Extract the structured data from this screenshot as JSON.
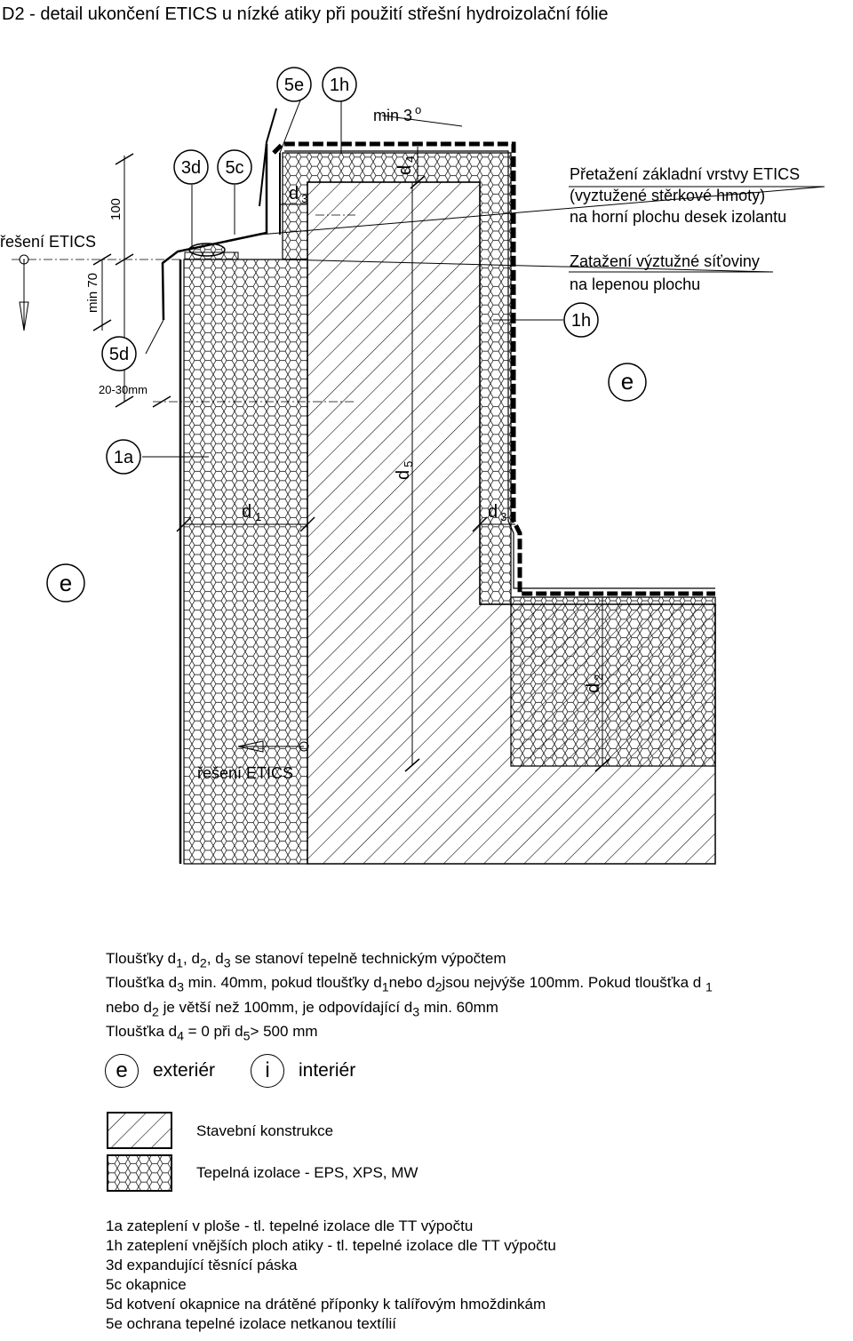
{
  "title": "D2 - detail ukončení ETICS u nízké atiky při použití střešní hydroizolační fólie",
  "labels": {
    "tag_5e": "5e",
    "tag_1h_top": "1h",
    "slope": "min 3",
    "tag_3d": "3d",
    "tag_5c": "5c",
    "tag_5d": "5d",
    "tag_1h": "1h",
    "tag_e_right": "e",
    "tag_1a": "1a",
    "tag_e_left": "e",
    "dim_100": "100",
    "dim_min70": "min 70",
    "dim_2030": "20-30mm",
    "section_top": "řešení ETICS",
    "section_bottom": "řešení ETICS",
    "d": "d",
    "sub1": "1",
    "sub2": "2",
    "sub3": "3",
    "sub4": "4",
    "sub5": "5",
    "callout1_line1": "Přetažení základní vrstvy ETICS",
    "callout1_line2": "(vyztužené stěrkové hmoty)",
    "callout1_line3": "na horní plochu desek izolantu",
    "callout2_line1": "Zatažení výztužné síťoviny",
    "callout2_line2": "na lepenou plochu"
  },
  "notes": {
    "l1a": "Tloušťky d",
    "l1b": "1",
    "l1c": ", d",
    "l1d": "2",
    "l1e": ", d",
    "l1f": "3",
    "l1g": " se stanoví tepelně technickým výpočtem",
    "l2a": "Tloušťka d",
    "l2b": "3",
    "l2c": " min. 40mm, pokud tloušťky d",
    "l2d": "1",
    "l2e": "nebo d",
    "l2f": "2",
    "l2g": "jsou nejvýše 100mm. Pokud tloušťka d",
    "l2h": "1",
    "l3a": "nebo d",
    "l3b": "2",
    "l3c": "  je větší než 100mm, je odpovídající d",
    "l3d": "3",
    "l3e": " min. 60mm",
    "l4a": "Tloušťka d",
    "l4b": "4",
    "l4c": " = 0 při d",
    "l4d": "5",
    "l4e": "> 500 mm"
  },
  "key": {
    "e_symbol": "e",
    "e_text": "exteriér",
    "i_symbol": "i",
    "i_text": "interiér"
  },
  "legend": [
    {
      "label": "Stavební konstrukce",
      "pattern": "hatch"
    },
    {
      "label": "Tepelná izolace - EPS, XPS, MW",
      "pattern": "hex"
    }
  ],
  "items": [
    "1a zateplení v ploše - tl. tepelné izolace dle TT výpočtu",
    "1h zateplení vnějších ploch atiky - tl. tepelné izolace dle TT výpočtu",
    "3d expandující těsnící páska",
    "5c okapnice",
    "5d kotvení okapnice na drátěné příponky k talířovým hmoždinkám",
    "5e ochrana tepelné izolace netkanou textílií"
  ]
}
